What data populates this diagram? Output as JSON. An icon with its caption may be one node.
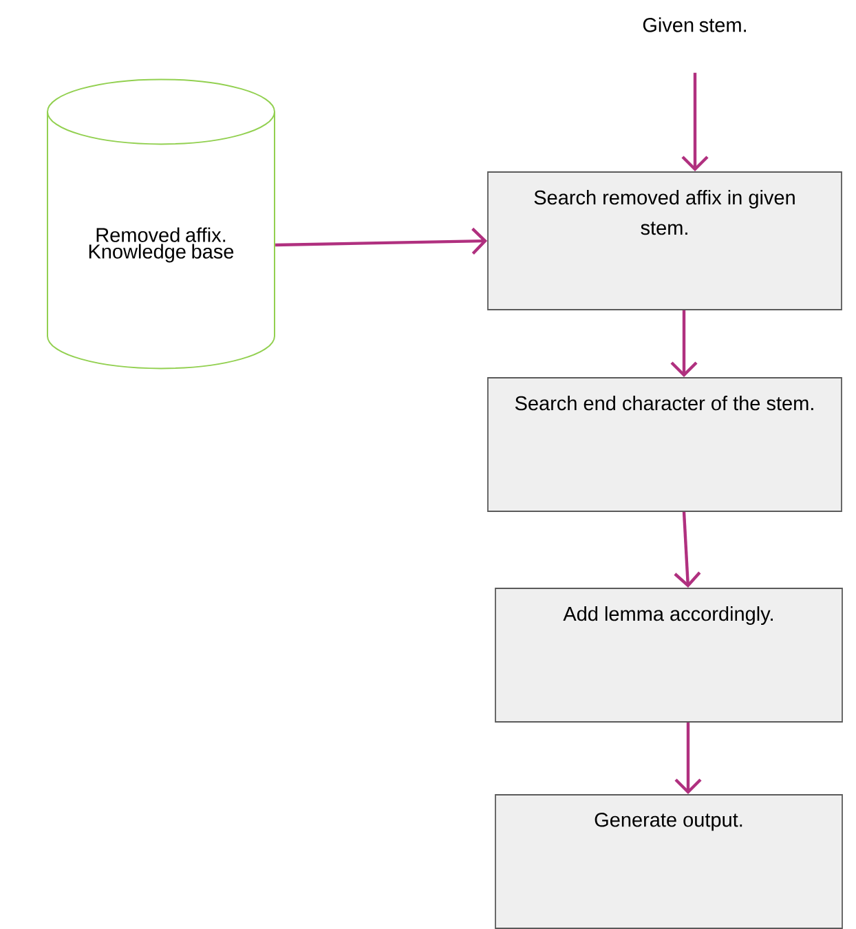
{
  "diagram": {
    "nodes": [
      {
        "text": [
          "Given stem."
        ]
      },
      {
        "text": [
          "Removed affix. Knowledge base"
        ]
      },
      {
        "text": [
          "Search removed affix in given stem."
        ]
      },
      {
        "text": [
          "Search end character of the stem."
        ]
      },
      {
        "text": [
          "Add lemma accordingly."
        ]
      },
      {
        "text": [
          "Generate output."
        ]
      }
    ],
    "edges": [
      {
        "from": 0,
        "to": 2,
        "arrow": "to"
      },
      {
        "from": 1,
        "to": 2,
        "arrow": "to"
      },
      {
        "from": 2,
        "to": 3,
        "arrow": "to"
      },
      {
        "from": 3,
        "to": 4,
        "arrow": "to"
      },
      {
        "from": 4,
        "to": 5,
        "arrow": "to"
      }
    ]
  }
}
